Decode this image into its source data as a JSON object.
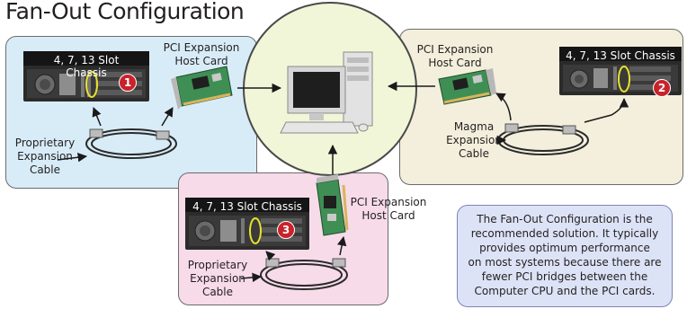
{
  "title": "Fan-Out Configuration",
  "chassis_label": "4, 7, 13 Slot Chassis",
  "host_card_label": "PCI Expansion\nHost Card",
  "cable_label_proprietary": "Proprietary\nExpansion\nCable",
  "cable_label_magma": "Magma\nExpansion\nCable",
  "badges": [
    "1",
    "2",
    "3"
  ],
  "info": "The Fan-Out Configuration is the\nrecommended solution.  It typically\nprovides optimum performance\non most systems because there are\nfewer PCI bridges between the\nComputer CPU and the PCI cards.",
  "colors": {
    "panel1": "#d8ecf8",
    "panel2": "#f3efdc",
    "panel3": "#f7dbe9",
    "center": "#f1f6d8",
    "info_box": "#dde3f6",
    "badge": "#c8222a",
    "card_pcb": "#3f8f55"
  }
}
